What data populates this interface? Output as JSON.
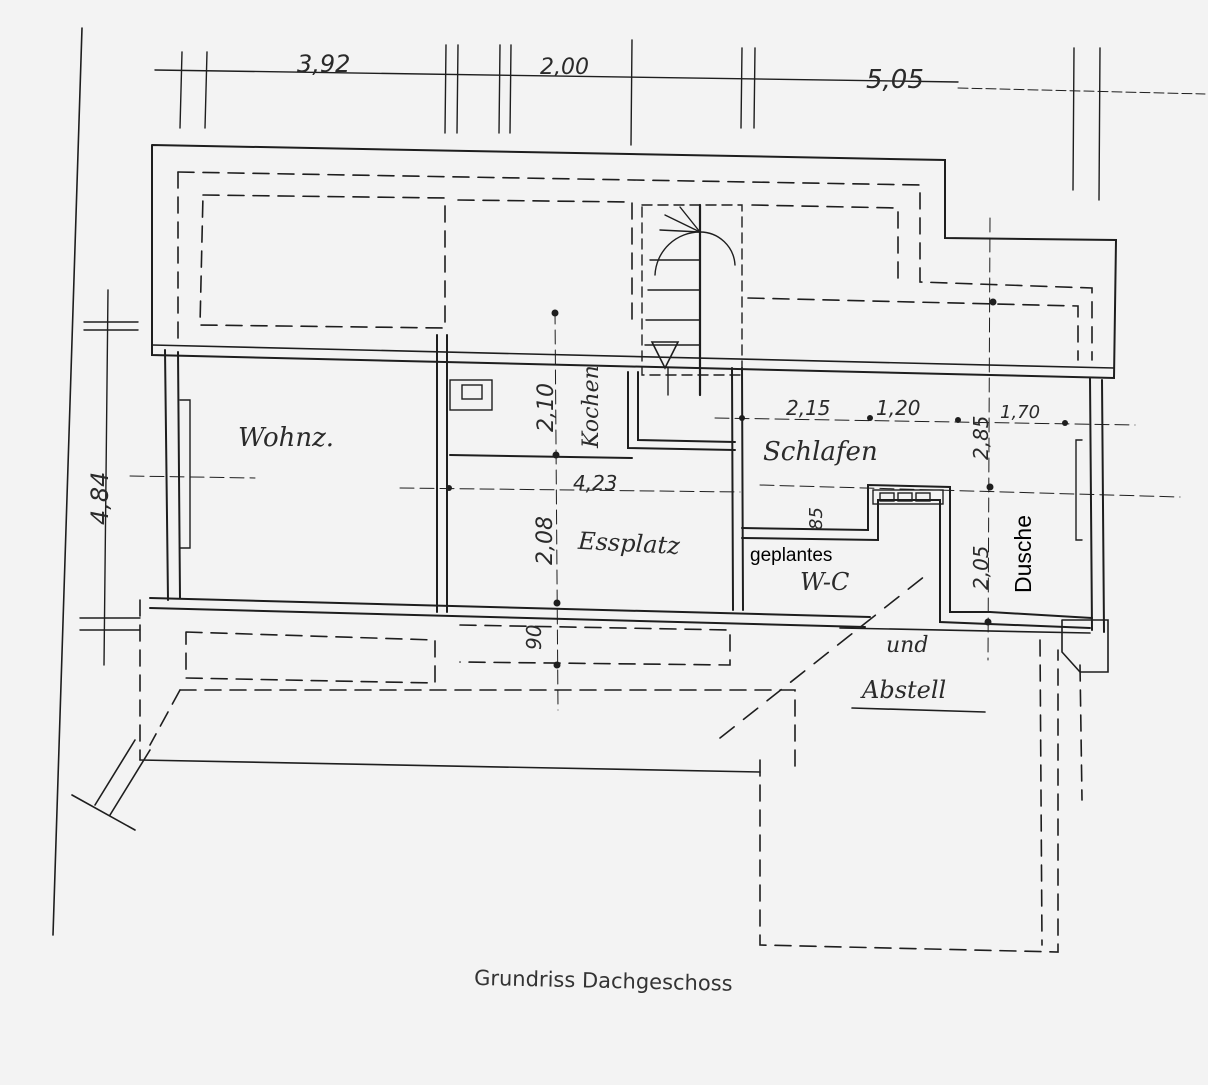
{
  "dimensions": {
    "top": [
      "3,92",
      "2,00",
      "5,05"
    ],
    "left": "4,84",
    "kitchen_height": "2,10",
    "kitchen_width": "4,23",
    "dining_height": "2,08",
    "lower_gap": "90",
    "bedroom_widths": [
      "2,15",
      "1,20"
    ],
    "bedroom_height": "2,85",
    "right_segment": "1,70",
    "wc_small": "85",
    "shower_height": "2,05"
  },
  "rooms": {
    "living": "Wohnz.",
    "kitchen": "Kochen",
    "dining": "Essplatz",
    "bedroom": "Schlafen",
    "wc": "W-C",
    "und": "und",
    "storage": "Abstell"
  },
  "annotations": {
    "planned": "geplantes",
    "shower": "Dusche"
  },
  "caption": "Grundriss Dachgeschoss"
}
